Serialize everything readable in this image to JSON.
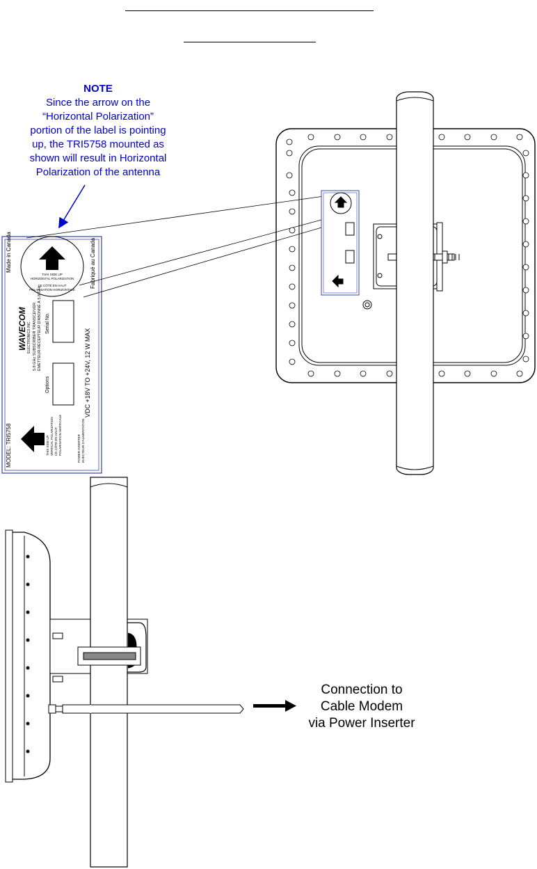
{
  "note": {
    "heading": "NOTE",
    "lines": [
      "Since the arrow on the",
      "“Horizontal Polarization”",
      "portion of the label is pointing",
      "up, the TRI5758 mounted as",
      "shown will result in Horizontal",
      "Polarization of the antenna"
    ]
  },
  "label": {
    "made_in": "Made in Canada",
    "fabrique": "Fabriqué au Canada",
    "h_pol_1": "THIS SIDE UP",
    "h_pol_2": "HORIZONTAL POLARIZATION",
    "h_pol_3": "CE CÔTÉ EN HAUT",
    "h_pol_4": "POLARISATION HORIZONTALE",
    "serial": "Serial No.",
    "options": "Options",
    "brand": "WAVECOM",
    "brand_sub": "ELECTRONICS INC.",
    "desc_1": "5.8 GHz SUBSCRIBER TRANSCEIVER",
    "desc_2": "ÉMETTEUR-RÉCEPTEUR D'ABONNÉ À 5,8 GHz",
    "power": "VDC +18V TO +24V, 12 W MAX",
    "v_pol_1": "THIS SIDE UP",
    "v_pol_2": "VERTICAL POLARIZATION",
    "v_pol_3": "CE CÔTÉ EN HAUT",
    "v_pol_4": "POLARISATION VERTICALE",
    "inserter_1": "POWER INSERTER",
    "inserter_2": "INJECTEUR D'ALIMENTATION",
    "model": "MODEL: TRI5758"
  },
  "connection": {
    "lines": [
      "Connection to",
      "Cable Modem",
      "via Power Inserter"
    ]
  }
}
